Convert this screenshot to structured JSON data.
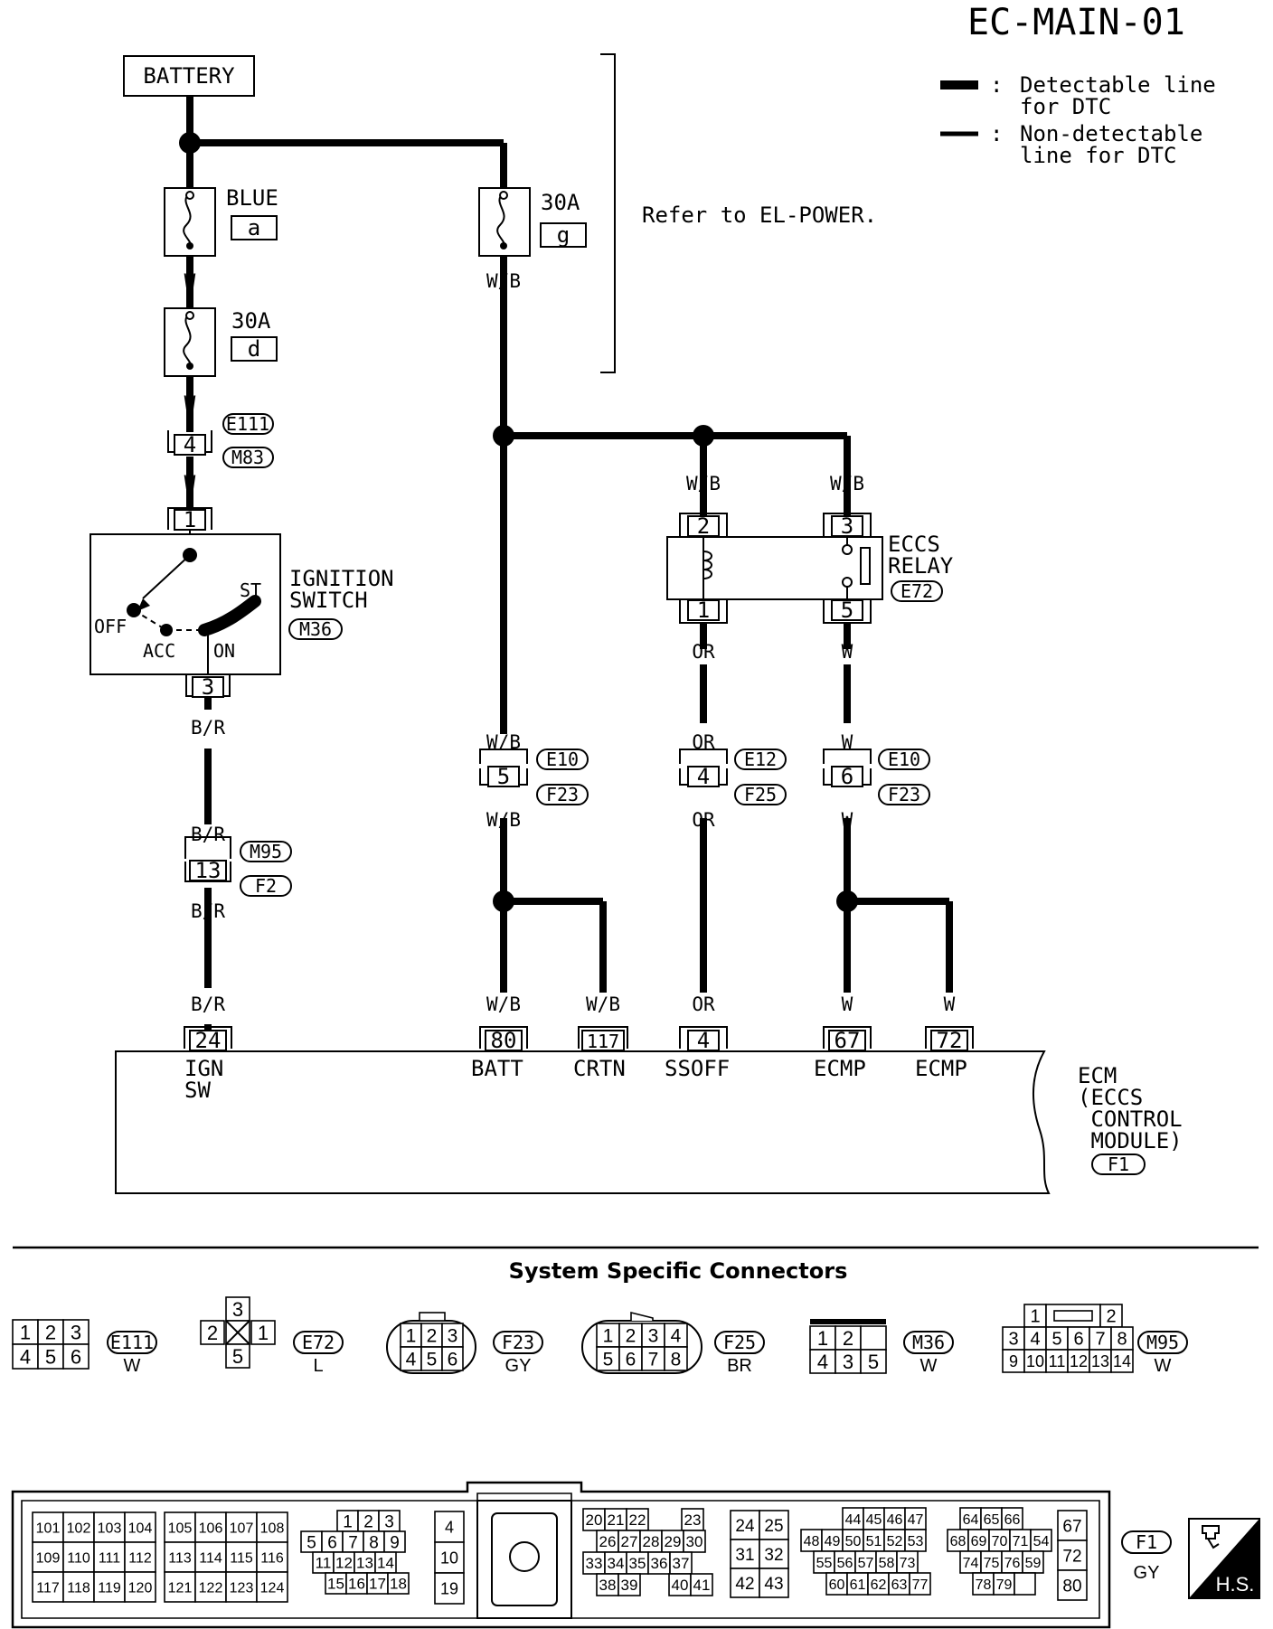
{
  "page_title": "EC-MAIN-01",
  "legend": {
    "detectable": "Detectable line\nfor DTC",
    "non_detectable": "Non-detectable\nline for DTC"
  },
  "refer_note": "Refer to EL-POWER.",
  "battery_label": "BATTERY",
  "fuses": [
    {
      "name": "BLUE",
      "code": "a"
    },
    {
      "name": "30A",
      "code": "d"
    },
    {
      "name": "30A",
      "code": "g"
    }
  ],
  "wire_colors": {
    "w": "W",
    "wb": "W/B",
    "br": "B/R",
    "or": "OR"
  },
  "connector_ids": {
    "e111": "E111",
    "m83": "M83",
    "m36": "M36",
    "e72": "E72",
    "e10": "E10",
    "f23": "F23",
    "e12": "E12",
    "f25": "F25",
    "m95": "M95",
    "f2": "F2",
    "f1": "F1"
  },
  "pins": {
    "p4": "4",
    "p1": "1",
    "p3": "3",
    "p2": "2",
    "p5": "5",
    "p6": "6",
    "p13": "13",
    "p24": "24",
    "p80": "80",
    "p117": "117",
    "p67": "67",
    "p72": "72"
  },
  "ignition_switch": {
    "label": "IGNITION\nSWITCH",
    "off": "OFF",
    "acc": "ACC",
    "on": "ON",
    "st": "ST"
  },
  "eccs_relay_label": "ECCS\nRELAY",
  "ecm_terminals": [
    {
      "label": "IGN\nSW"
    },
    {
      "label": "BATT"
    },
    {
      "label": "CRTN"
    },
    {
      "label": "SSOFF"
    },
    {
      "label": "ECMP"
    },
    {
      "label": "ECMP"
    }
  ],
  "ecm_label": "ECM\n(ECCS\n CONTROL\n MODULE)",
  "section_title": "System Specific Connectors",
  "connectors": [
    {
      "id": "E111",
      "color": "W",
      "pins": [
        "1",
        "2",
        "3",
        "4",
        "5",
        "6"
      ]
    },
    {
      "id": "E72",
      "color": "L",
      "pins": [
        "3",
        "2",
        "1",
        "5"
      ]
    },
    {
      "id": "F23",
      "color": "GY",
      "pins": [
        "1",
        "2",
        "3",
        "4",
        "5",
        "6"
      ]
    },
    {
      "id": "F25",
      "color": "BR",
      "pins": [
        "1",
        "2",
        "3",
        "4",
        "5",
        "6",
        "7",
        "8"
      ]
    },
    {
      "id": "M36",
      "color": "W",
      "pins": [
        "1",
        "2",
        "4",
        "3",
        "5"
      ]
    },
    {
      "id": "M95",
      "color": "W",
      "pins": [
        "1",
        "2",
        "3",
        "4",
        "5",
        "6",
        "7",
        "8",
        "9",
        "10",
        "11",
        "12",
        "13",
        "14"
      ]
    }
  ],
  "f1_connector": {
    "id": "F1",
    "color": "GY",
    "hs_label": "H.S.",
    "groups": [
      [
        "101",
        "102",
        "103",
        "104",
        "109",
        "110",
        "111",
        "112",
        "117",
        "118",
        "119",
        "120"
      ],
      [
        "105",
        "106",
        "107",
        "108",
        "113",
        "114",
        "115",
        "116",
        "121",
        "122",
        "123",
        "124"
      ],
      [
        "1",
        "2",
        "3",
        "5",
        "6",
        "7",
        "8",
        "9",
        "11",
        "12",
        "13",
        "14",
        "15",
        "16",
        "17",
        "18"
      ],
      [
        "4",
        "10",
        "19"
      ],
      [
        "20",
        "21",
        "22",
        "23",
        "26",
        "27",
        "28",
        "29",
        "30",
        "33",
        "34",
        "35",
        "36",
        "37",
        "38",
        "39",
        "40",
        "41"
      ],
      [
        "24",
        "25",
        "31",
        "32",
        "42",
        "43"
      ],
      [
        "44",
        "45",
        "46",
        "47",
        "64",
        "65",
        "66",
        "48",
        "49",
        "50",
        "51",
        "52",
        "53",
        "68",
        "69",
        "70",
        "71",
        "54",
        "55",
        "56",
        "57",
        "58",
        "73",
        "74",
        "75",
        "76",
        "59",
        "60",
        "61",
        "62",
        "63",
        "77",
        "78",
        "79"
      ],
      [
        "67",
        "72",
        "80"
      ]
    ]
  }
}
